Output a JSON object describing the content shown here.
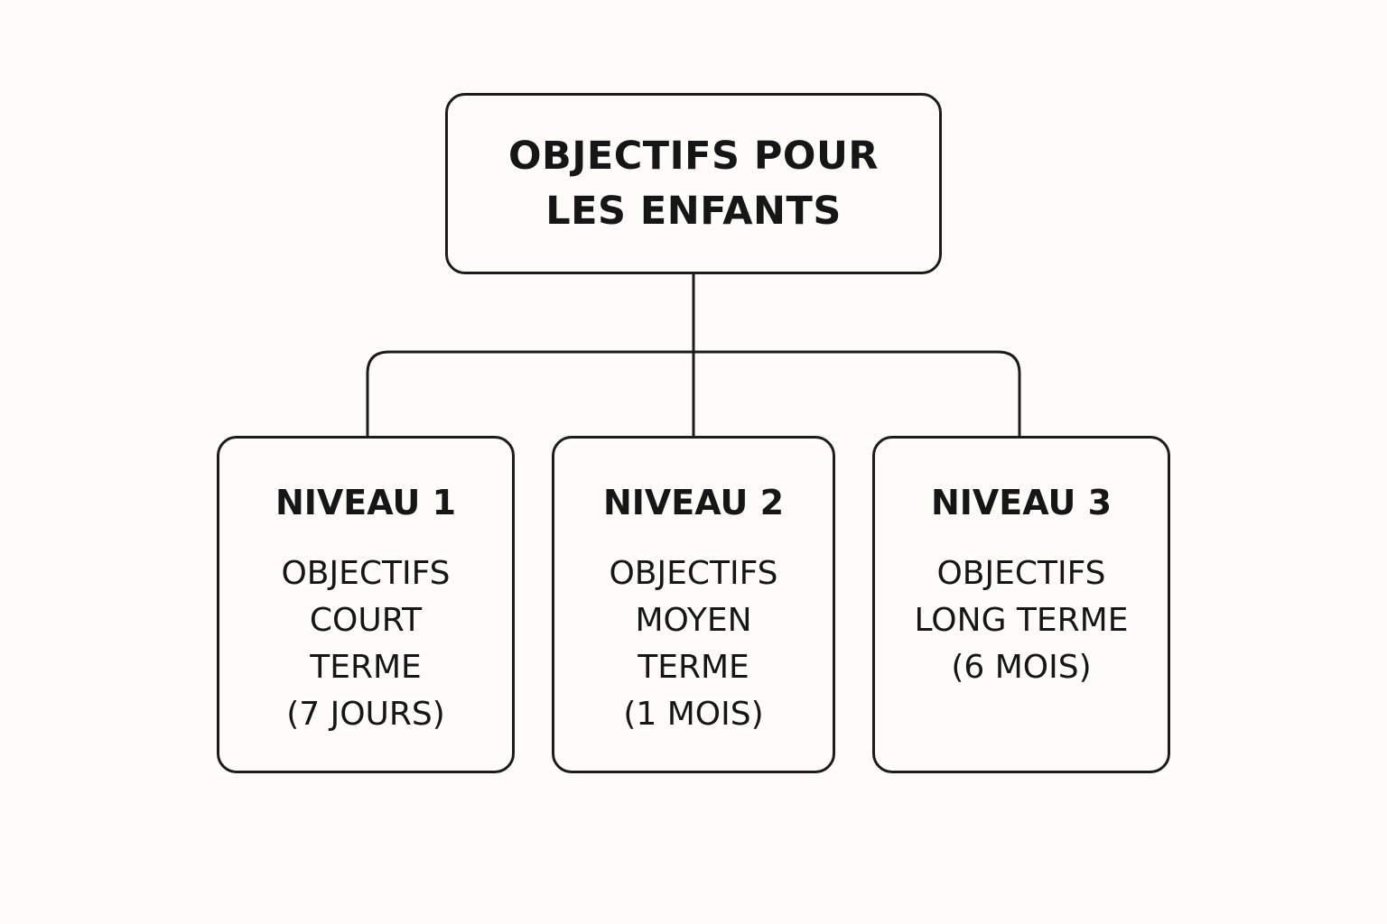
{
  "root": {
    "lines": [
      "OBJECTIFS POUR",
      "LES ENFANTS"
    ]
  },
  "levels": [
    {
      "title": "NIVEAU 1",
      "lines": [
        "OBJECTIFS",
        "COURT",
        "TERME",
        "(7 JOURS)"
      ]
    },
    {
      "title": "NIVEAU 2",
      "lines": [
        "OBJECTIFS",
        "MOYEN",
        "TERME",
        "(1 MOIS)"
      ]
    },
    {
      "title": "NIVEAU 3",
      "lines": [
        "OBJECTIFS",
        "LONG TERME",
        "(6 MOIS)"
      ]
    }
  ],
  "colors": {
    "background": "#fdfcf8",
    "stroke": "#1c1c1c",
    "text": "#161616"
  }
}
